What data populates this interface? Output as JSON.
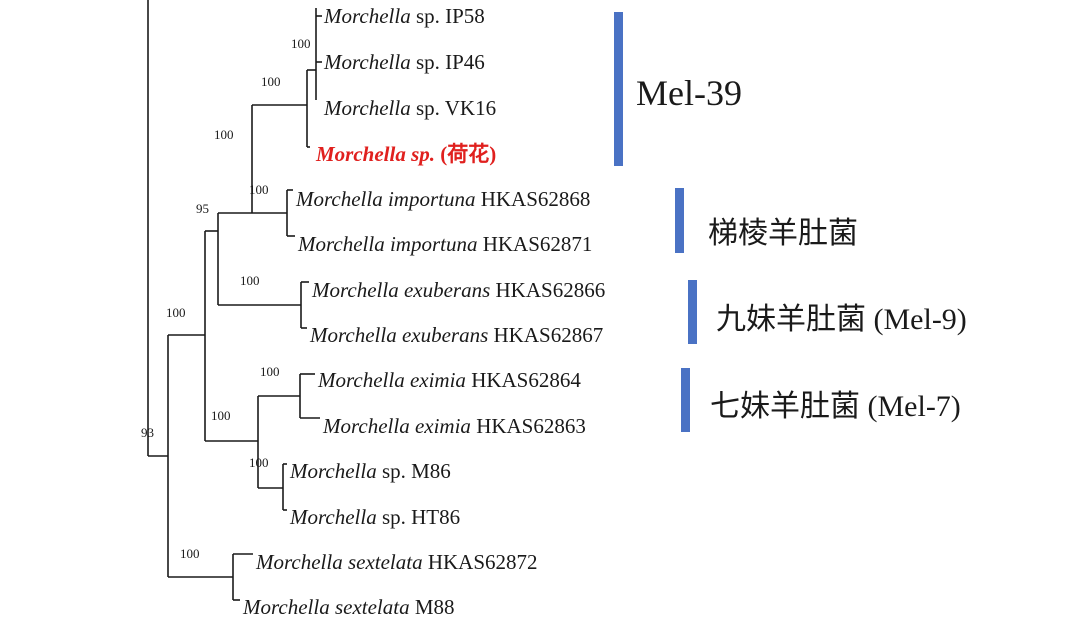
{
  "colors": {
    "branch": "#1a1a1a",
    "highlight": "#e0201e",
    "bar": "#4a72c4"
  },
  "leaves": [
    {
      "genus": "Morchella",
      "rest": " sp. IP58"
    },
    {
      "genus": "Morchella",
      "rest": " sp. IP46"
    },
    {
      "genus": "Morchella",
      "rest": " sp. VK16"
    },
    {
      "genus": "Morchella sp.",
      "rest": " (荷花)",
      "highlight": true
    },
    {
      "genus": "Morchella importuna",
      "rest": " HKAS62868"
    },
    {
      "genus": "Morchella importuna",
      "rest": " HKAS62871"
    },
    {
      "genus": "Morchella exuberans",
      "rest": " HKAS62866"
    },
    {
      "genus": "Morchella exuberans",
      "rest": " HKAS62867"
    },
    {
      "genus": "Morchella eximia",
      "rest": " HKAS62864"
    },
    {
      "genus": "Morchella eximia",
      "rest": " HKAS62863"
    },
    {
      "genus": "Morchella",
      "rest": " sp. M86"
    },
    {
      "genus": "Morchella",
      "rest": " sp. HT86"
    },
    {
      "genus": "Morchella sextelata",
      "rest": " HKAS62872"
    },
    {
      "genus": "Morchella sextelata",
      "rest": " M88"
    }
  ],
  "bootstrap": [
    "100",
    "100",
    "100",
    "100",
    "95",
    "100",
    "100",
    "100",
    "100",
    "100",
    "93",
    "100"
  ],
  "clades": [
    {
      "label": "Mel-39"
    },
    {
      "label": "梯棱羊肚菌"
    },
    {
      "label": "九妹羊肚菌 (Mel-9)"
    },
    {
      "label": "七妹羊肚菌 (Mel-7)"
    }
  ]
}
